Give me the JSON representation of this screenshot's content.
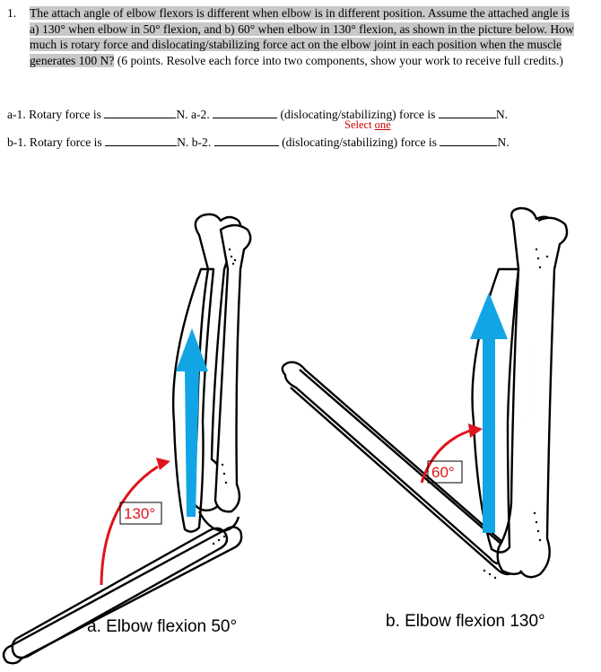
{
  "question": {
    "number": "1.",
    "highlighted": "The attach angle of elbow flexors is different when elbow is in different position. Assume the attached angle is a) 130° when elbow in 50° flexion, and b) 60° when elbow in 130° flexion, as shown in the picture below. How much is rotary force and dislocating/stabilizing force act on the elbow joint in each position when the muscle generates 100 N?",
    "rest": " (6 points. Resolve each force into two components, show your work to receive full credits.)"
  },
  "rows": {
    "a1_label": "a-1. Rotary force is",
    "a2_label": "N. a-2.",
    "a_mid": "(dislocating/stabilizing) force is",
    "a_end": "N.",
    "b1_label": "b-1. Rotary force is",
    "b2_label": "N. b-2.",
    "b_mid": "(dislocating/stabilizing) force is",
    "b_end": "N.",
    "select_prefix": "Select ",
    "select_word": "one"
  },
  "figure": {
    "angle_a": "130°",
    "angle_b": "60°",
    "caption_a": "a. Elbow flexion 50°",
    "caption_b": "b. Elbow flexion 130°",
    "colors": {
      "arrow": "#12a5e6",
      "angle": "#e0141c",
      "bone": "#000000"
    }
  }
}
